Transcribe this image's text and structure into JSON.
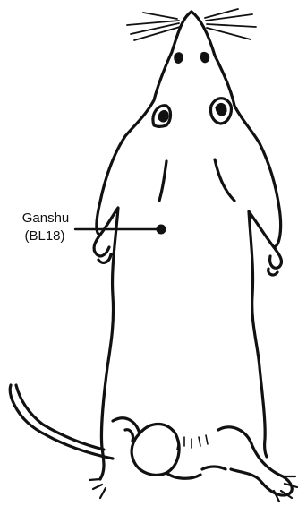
{
  "acupoint": {
    "name": "Ganshu",
    "code": "(BL18)"
  },
  "colors": {
    "stroke": "#111111",
    "background": "#ffffff"
  },
  "figure": {
    "subject": "rat-dorsal-view-outline"
  }
}
